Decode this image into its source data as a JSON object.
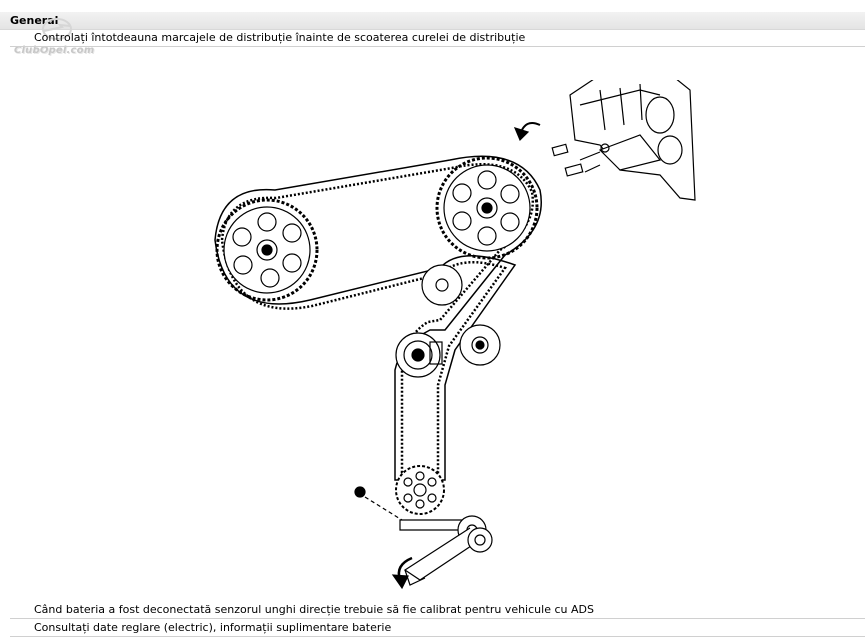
{
  "header": {
    "title": "General"
  },
  "watermark": {
    "text": "ClubOpel.com"
  },
  "notes": [
    "Controlați întotdeauna marcajele de distribuție înainte de scoaterea curelei de distribuție",
    "Când bateria a fost deconectată senzorul unghi direcție trebuie să fie calibrat pentru vehicule cu ADS",
    "Consultați date reglare (electric), informații suplimentare baterie"
  ],
  "diagram": {
    "subject": "timing-belt-assembly"
  }
}
